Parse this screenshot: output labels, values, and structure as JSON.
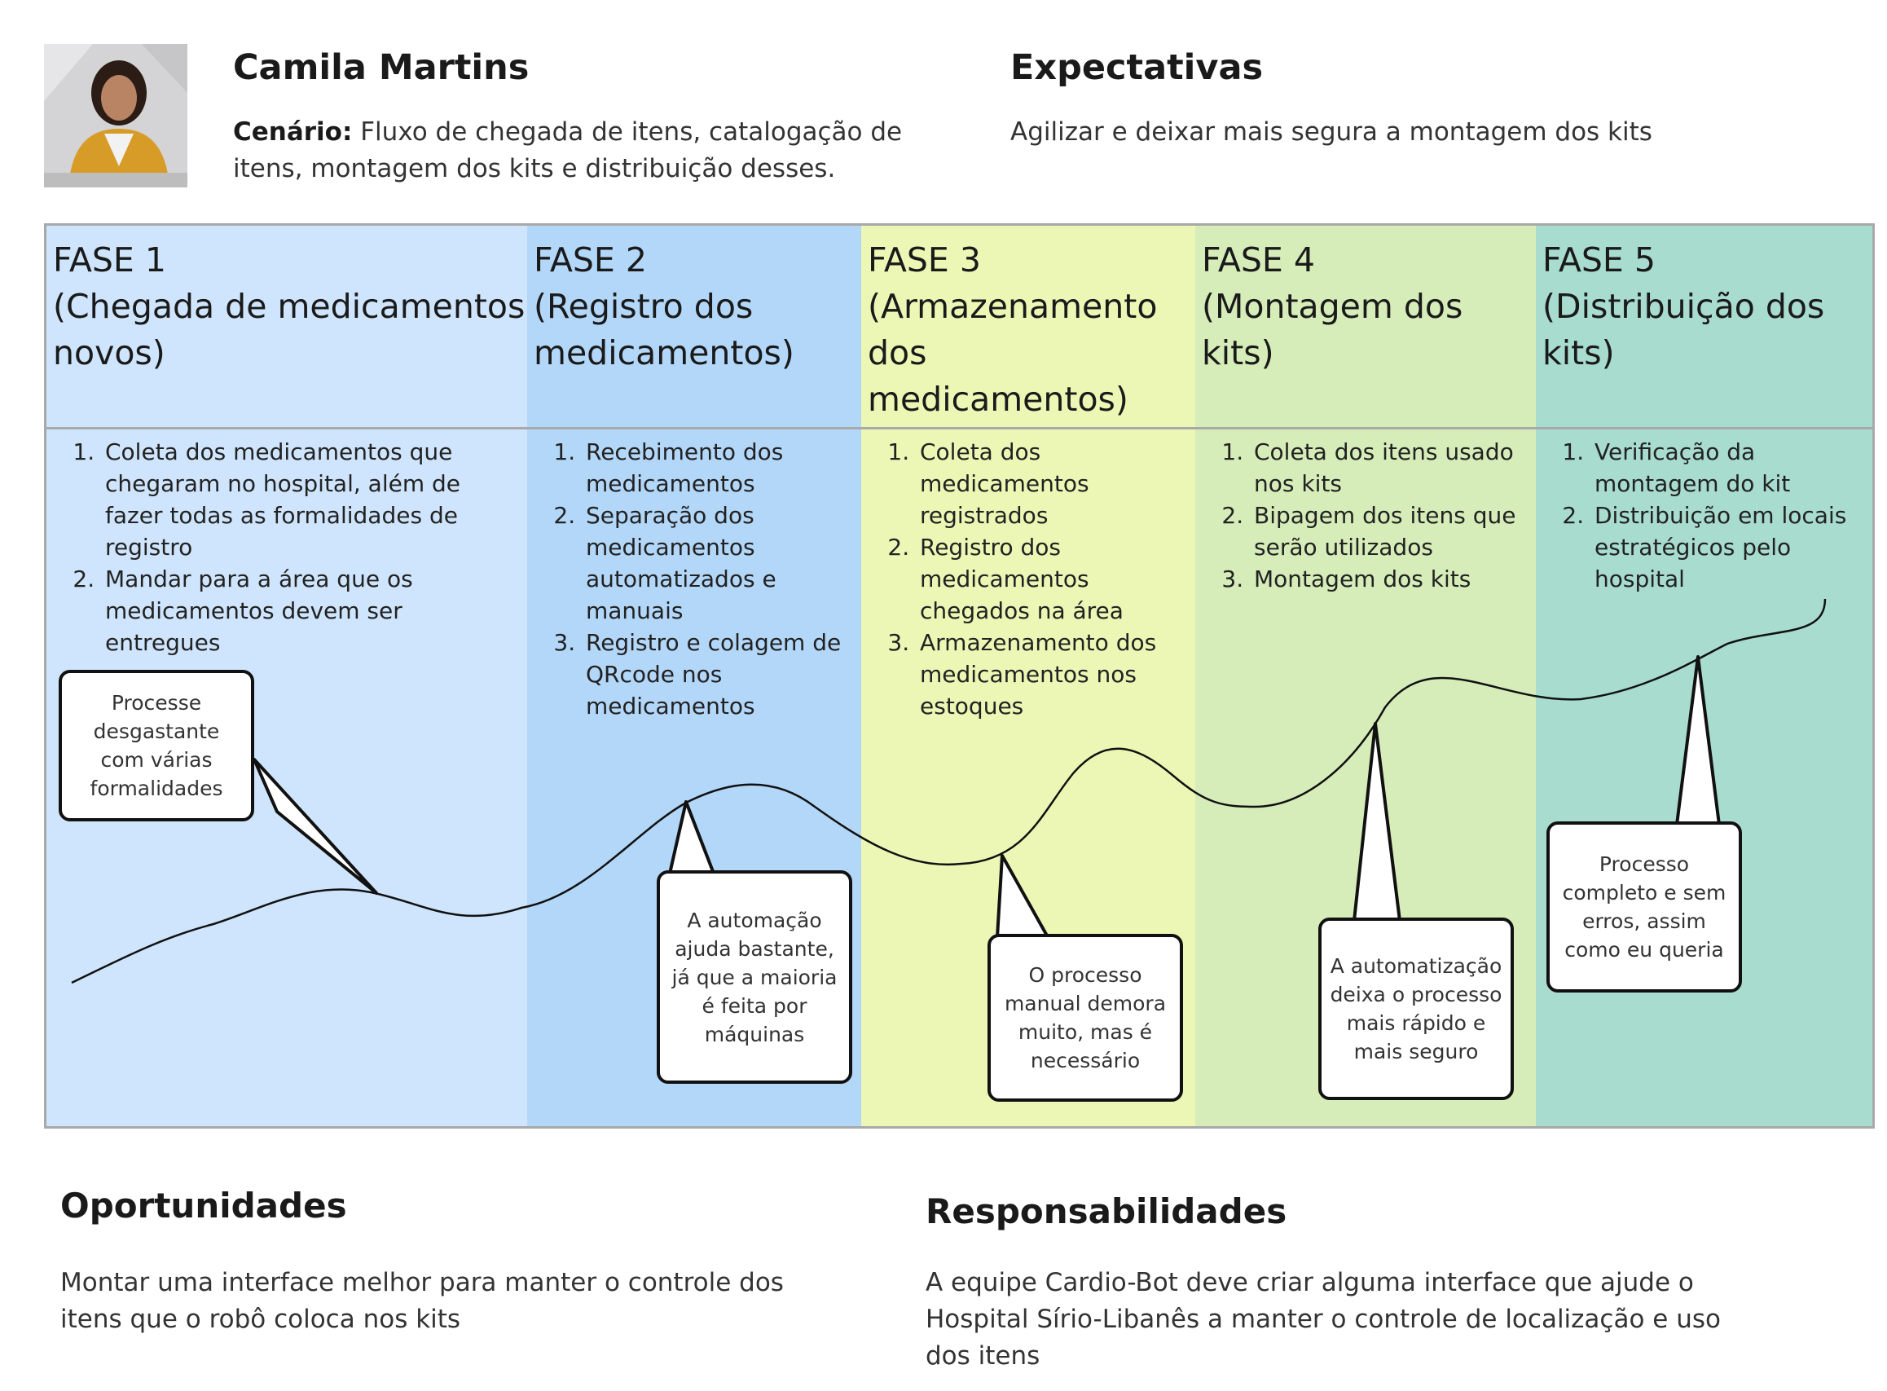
{
  "persona": {
    "name": "Camila Martins",
    "scenario_label": "Cenário:",
    "scenario_text": " Fluxo de chegada de itens, catalogação de itens, montagem dos kits e distribuição desses."
  },
  "expectations": {
    "title": "Expectativas",
    "text": "Agilizar e deixar mais segura a montagem dos kits"
  },
  "phases": [
    {
      "title": "FASE 1\n(Chegada de medicamentos novos)",
      "color": "#cfe5fd",
      "steps": [
        "Coleta dos medicamentos que chegaram no hospital, além de fazer todas as formalidades de registro",
        "Mandar para a área que os medicamentos devem ser entregues"
      ],
      "note": "Processe desgastante com várias formalidades"
    },
    {
      "title": "FASE 2\n(Registro dos medicamentos)",
      "color": "#b3d7f9",
      "steps": [
        "Recebimento dos medicamentos",
        "Separação dos medicamentos automatizados e manuais",
        "Registro e colagem de QRcode nos medicamentos"
      ],
      "note": "A automação ajuda bastante, já que a maioria é feita por máquinas"
    },
    {
      "title": "FASE 3\n(Armazenamento dos medicamentos)",
      "color": "#edf7b5",
      "steps": [
        "Coleta dos medicamentos registrados",
        "Registro dos medicamentos chegados na área",
        "Armazenamento dos medicamentos nos estoques"
      ],
      "note": "O processo manual demora muito, mas é necessário"
    },
    {
      "title": "FASE 4\n(Montagem dos kits)",
      "color": "#d6edb9",
      "steps": [
        "Coleta dos itens usado nos kits",
        "Bipagem dos itens que serão utilizados",
        "Montagem dos kits"
      ],
      "note": "A automatização deixa o processo mais rápido e mais seguro"
    },
    {
      "title": "FASE 5\n(Distribuição dos kits)",
      "color": "#a8dcce",
      "steps": [
        "Verificação da montagem do kit",
        "Distribuição em locais estratégicos pelo hospital"
      ],
      "note": "Processo completo e sem erros, assim como eu queria"
    }
  ],
  "opportunities": {
    "title": "Oportunidades",
    "text": "Montar uma interface melhor para manter o controle dos itens que o robô coloca nos kits"
  },
  "responsibilities": {
    "title": "Responsabilidades",
    "text": "A equipe Cardio-Bot deve criar alguma interface que ajude o Hospital Sírio-Libanês a manter o controle de localização e uso dos itens"
  }
}
